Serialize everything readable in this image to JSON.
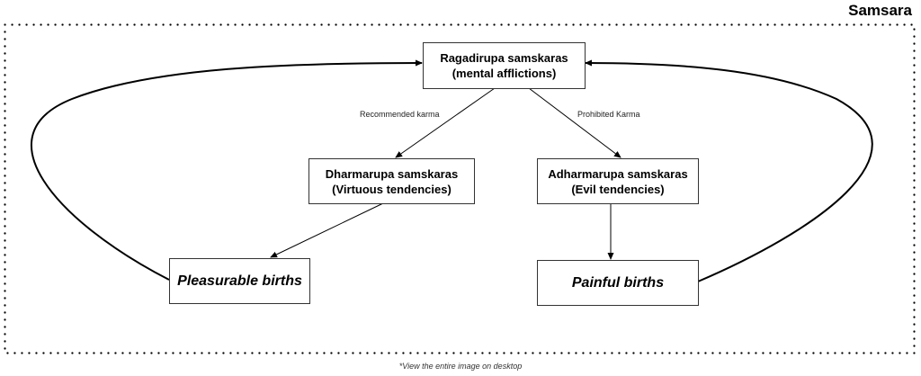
{
  "diagram": {
    "container_label": "Samsara",
    "nodes": {
      "ragadirupa": {
        "line1": "Ragadirupa samskaras",
        "line2": "(mental afflictions)"
      },
      "dharmarupa": {
        "line1": "Dharmarupa samskaras",
        "line2": "(Virtuous tendencies)"
      },
      "adharmarupa": {
        "line1": "Adharmarupa samskaras",
        "line2": "(Evil tendencies)"
      },
      "pleasurable": {
        "label": "Pleasurable births"
      },
      "painful": {
        "label": "Painful births"
      }
    },
    "edges": [
      {
        "from": "ragadirupa",
        "to": "dharmarupa",
        "label": "Recommended karma"
      },
      {
        "from": "ragadirupa",
        "to": "adharmarupa",
        "label": "Prohibited Karma"
      },
      {
        "from": "dharmarupa",
        "to": "pleasurable",
        "label": ""
      },
      {
        "from": "adharmarupa",
        "to": "painful",
        "label": ""
      },
      {
        "from": "pleasurable",
        "to": "ragadirupa",
        "label": ""
      },
      {
        "from": "painful",
        "to": "ragadirupa",
        "label": ""
      }
    ],
    "footnote": "*View the entire image on desktop"
  }
}
